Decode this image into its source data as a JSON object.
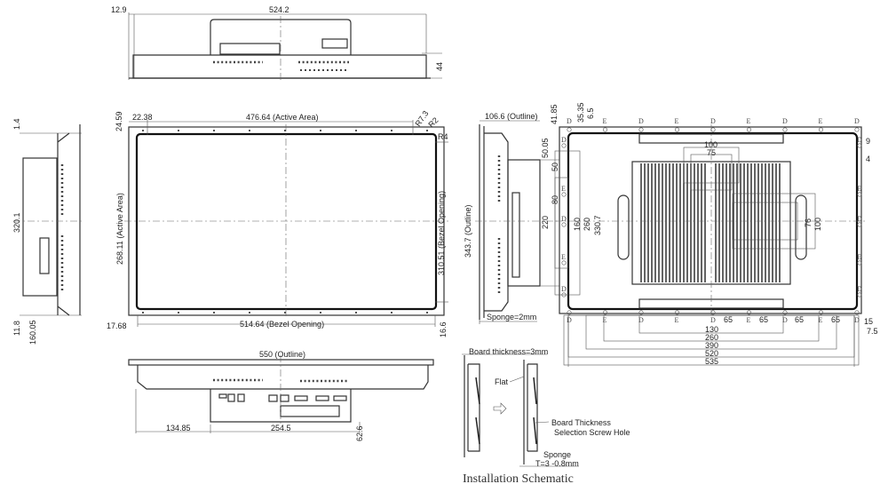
{
  "top_view": {
    "dims": [
      "12.9",
      "524.2",
      "44"
    ]
  },
  "front_view": {
    "dims": [
      "24.59",
      "22.38",
      "476.64 (Active Area)",
      "R7.3",
      "R2",
      "R4",
      "268.11 (Active Area)",
      "310.51 (Bezel Opening)",
      "17.68",
      "514.64 (Bezel Opening)",
      "16.6"
    ]
  },
  "left_view": {
    "dims": [
      "1.4",
      "320.1",
      "11.8",
      "160.05"
    ]
  },
  "bottom_view": {
    "dims": [
      "550 (Outline)",
      "134.85",
      "254.5",
      "62.6"
    ]
  },
  "side_view": {
    "dims": [
      "106.6 (Outline)",
      "41.85",
      "35.35",
      "6.5",
      "50.05",
      "343.7 (Outline)",
      "220"
    ],
    "sponge": "Sponge=2mm"
  },
  "rear_view": {
    "top_markers": [
      "D",
      "E",
      "D",
      "E",
      "D",
      "E",
      "D",
      "E",
      "D"
    ],
    "side_markers": [
      "D",
      "E",
      "D",
      "E",
      "D"
    ],
    "bottom_markers": [
      "D",
      "E",
      "D",
      "E",
      "D",
      "E",
      "D",
      "E",
      "D"
    ],
    "left_dims": [
      "50",
      "80",
      "160",
      "260",
      "330.7"
    ],
    "right_dims": [
      "9",
      "4"
    ],
    "vesa_dims": [
      "100",
      "75",
      "76",
      "100"
    ],
    "spacing": [
      "65",
      "65",
      "65",
      "65"
    ],
    "bottom_dims": [
      "15",
      "7.5",
      "130",
      "260",
      "390",
      "520",
      "535"
    ]
  },
  "installation": {
    "board": "Board thickness=3mm",
    "flat": "Flat",
    "hole_1": "Board Thickness",
    "hole_2": "Selection Screw Hole",
    "sponge": "Sponge",
    "sponge_t": "T=3 -0.8mm",
    "caption": "Installation Schematic"
  }
}
